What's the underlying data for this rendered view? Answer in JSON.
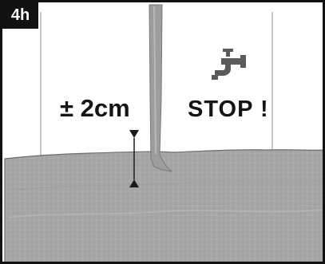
{
  "step": {
    "label": "4h"
  },
  "annotations": {
    "water_level": "± 2cm",
    "instruction": "STOP !"
  },
  "icons": {
    "faucet": "faucet-icon",
    "water_stream": "water-stream",
    "level_marker": "double-arrow-icon"
  },
  "colors": {
    "ground": "#a9a9a9",
    "frame": "#111111",
    "stream": "#9a9a9a",
    "badge": "#111111"
  }
}
